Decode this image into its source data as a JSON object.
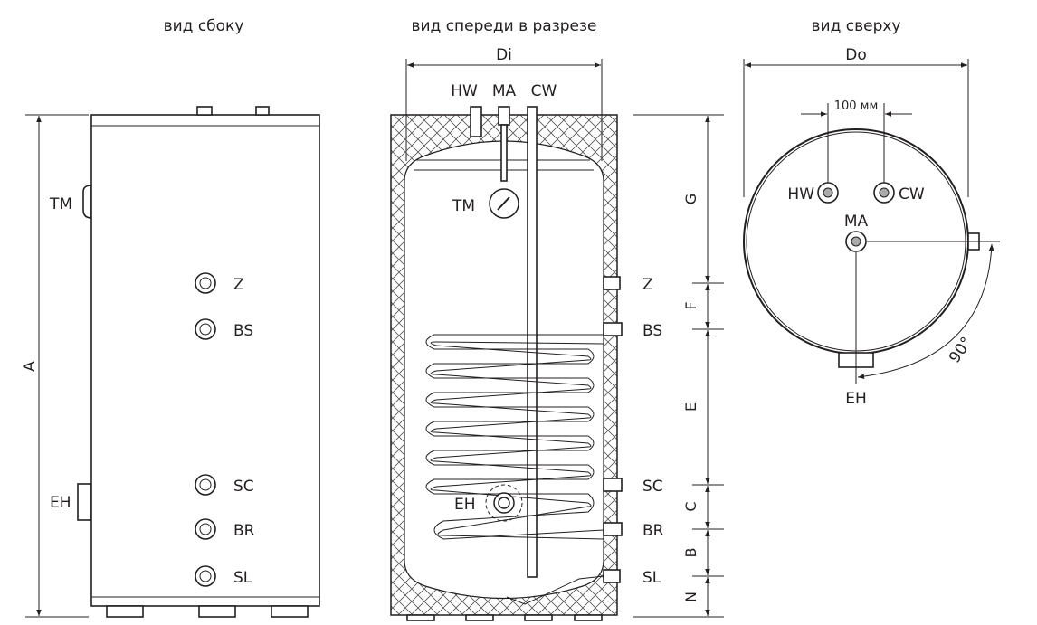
{
  "views": {
    "side": {
      "title": "вид сбоку",
      "dimension": "A",
      "left_labels": [
        "TM",
        "EH"
      ],
      "ports": [
        "Z",
        "BS",
        "SC",
        "BR",
        "SL"
      ]
    },
    "front": {
      "title": "вид спереди в разрезе",
      "dimension": "Di",
      "top_labels": [
        "HW",
        "MA",
        "CW"
      ],
      "tm_label": "TM",
      "eh_label": "EH",
      "ports": [
        "Z",
        "BS",
        "SC",
        "BR",
        "SL"
      ],
      "segment_dims": [
        "G",
        "F",
        "E",
        "C",
        "B",
        "N"
      ]
    },
    "top": {
      "title": "вид сверху",
      "dimension": "Do",
      "spacing": "100 мм",
      "hw": "HW",
      "cw": "CW",
      "ma": "MA",
      "eh": "EH",
      "angle": "90°"
    }
  }
}
